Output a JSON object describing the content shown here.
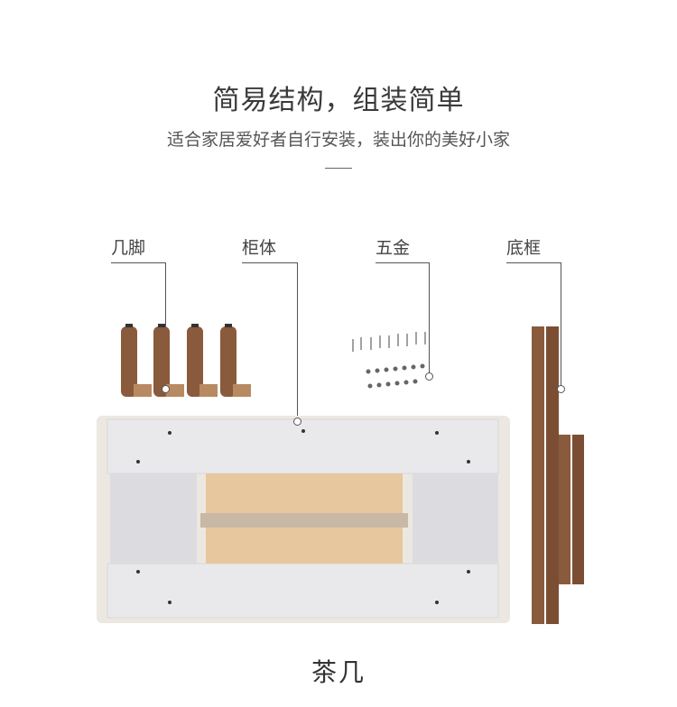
{
  "header": {
    "title": "简易结构，组装简单",
    "subtitle": "适合家居爱好者自行安装，装出你的美好小家"
  },
  "parts": [
    {
      "label": "几脚"
    },
    {
      "label": "柜体"
    },
    {
      "label": "五金"
    },
    {
      "label": "底框"
    }
  ],
  "caption": "茶几",
  "colors": {
    "wood": "#8a5a3c",
    "cabinet": "#e9e9ec",
    "drawer_wood": "#e6c79e",
    "frame": "#ece8e1"
  }
}
